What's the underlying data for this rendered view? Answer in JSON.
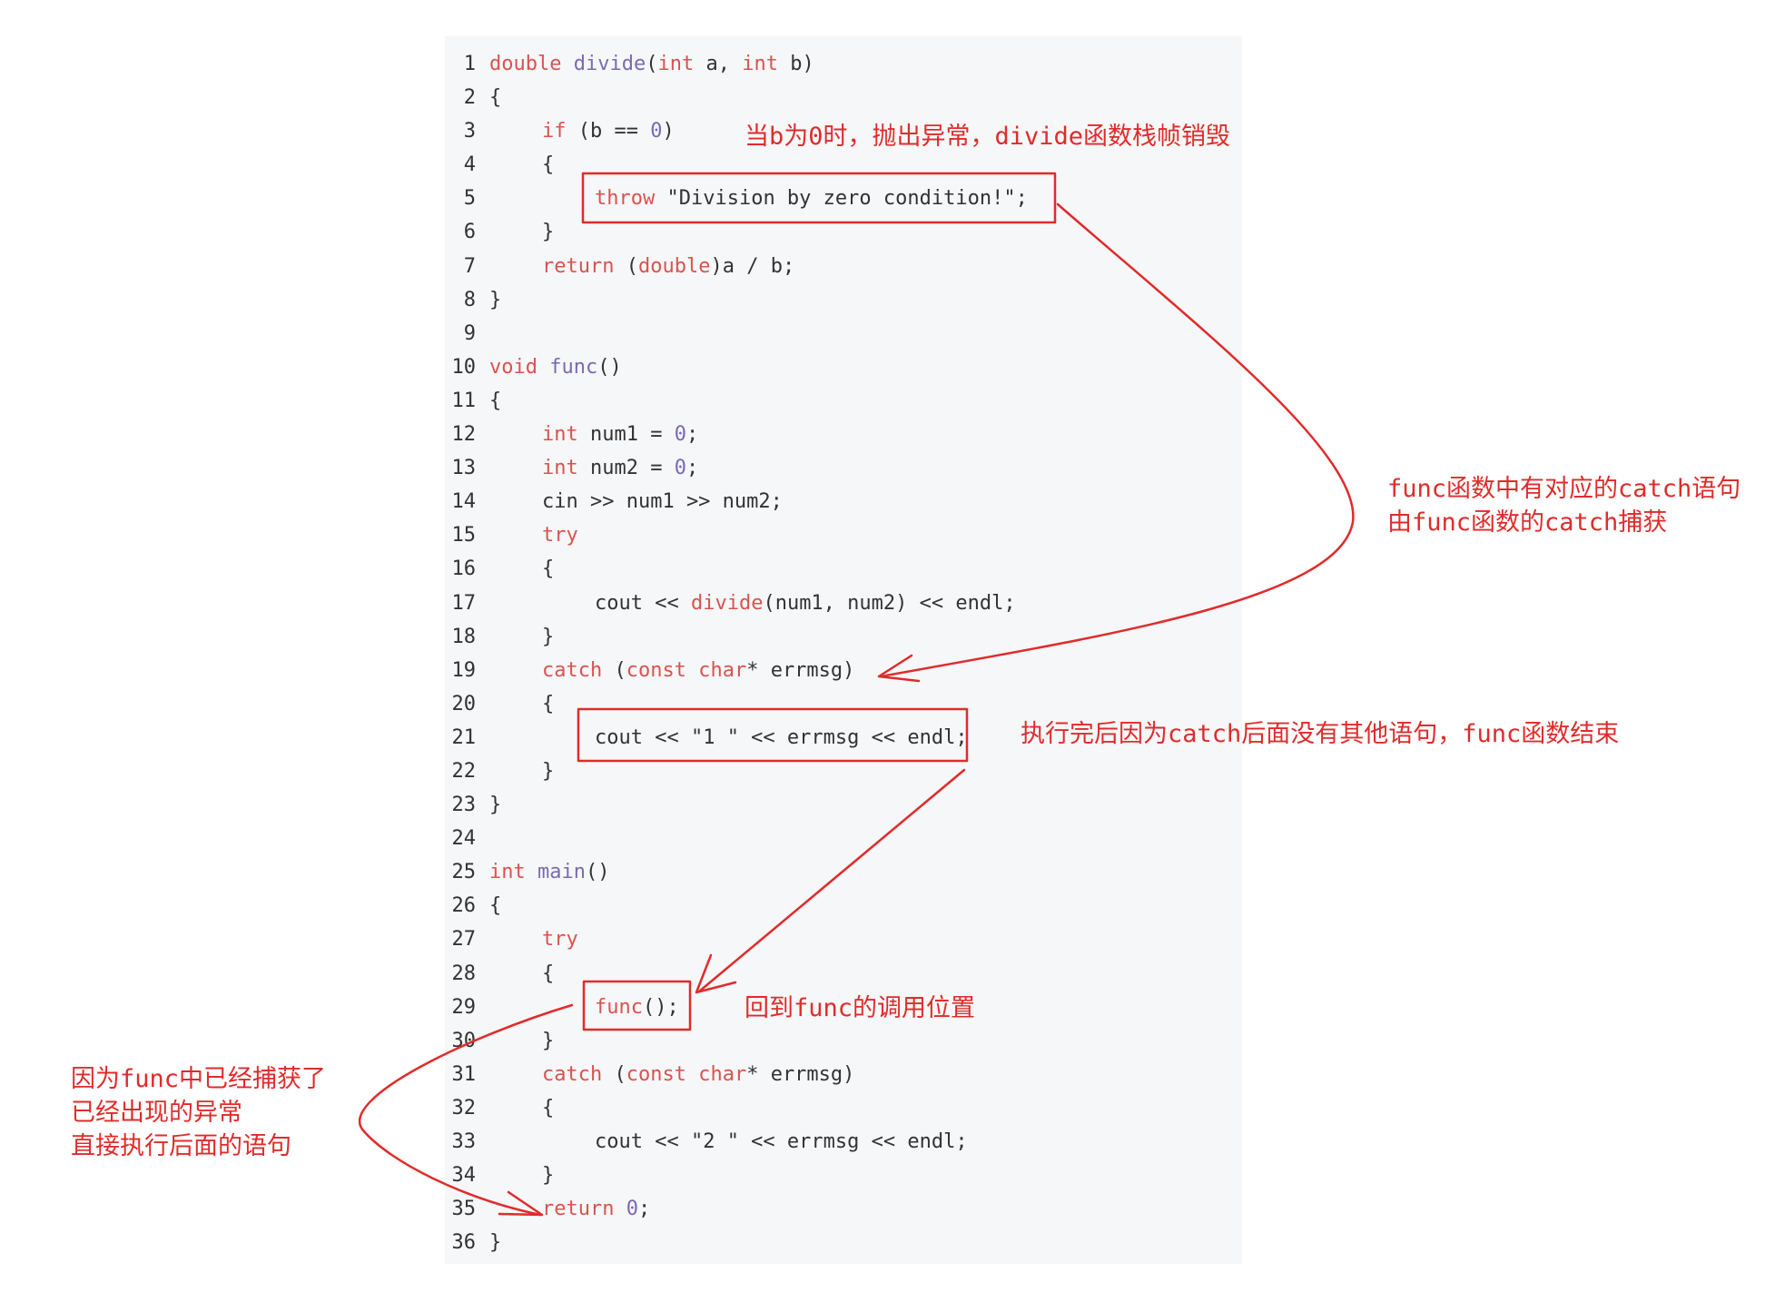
{
  "code": {
    "lines": [
      {
        "n": "1",
        "indent": 0,
        "tokens": [
          {
            "t": "double",
            "c": "kw"
          },
          {
            "t": " "
          },
          {
            "t": "divide",
            "c": "fn"
          },
          {
            "t": "("
          },
          {
            "t": "int",
            "c": "kw"
          },
          {
            "t": " a, "
          },
          {
            "t": "int",
            "c": "kw"
          },
          {
            "t": " b)"
          }
        ]
      },
      {
        "n": "2",
        "indent": 0,
        "tokens": [
          {
            "t": "{"
          }
        ]
      },
      {
        "n": "3",
        "indent": 1,
        "tokens": [
          {
            "t": "if",
            "c": "kw"
          },
          {
            "t": " (b == "
          },
          {
            "t": "0",
            "c": "num"
          },
          {
            "t": ")"
          }
        ]
      },
      {
        "n": "4",
        "indent": 1,
        "tokens": [
          {
            "t": "{"
          }
        ]
      },
      {
        "n": "5",
        "indent": 2,
        "tokens": [
          {
            "t": "throw",
            "c": "kw"
          },
          {
            "t": " \"Division by zero condition!\";"
          }
        ]
      },
      {
        "n": "6",
        "indent": 1,
        "tokens": [
          {
            "t": "}"
          }
        ]
      },
      {
        "n": "7",
        "indent": 1,
        "tokens": [
          {
            "t": "return",
            "c": "kw"
          },
          {
            "t": " ("
          },
          {
            "t": "double",
            "c": "kw"
          },
          {
            "t": ")a / b;"
          }
        ]
      },
      {
        "n": "8",
        "indent": 0,
        "tokens": [
          {
            "t": "}"
          }
        ]
      },
      {
        "n": "9",
        "indent": 0,
        "tokens": []
      },
      {
        "n": "10",
        "indent": 0,
        "tokens": [
          {
            "t": "void",
            "c": "kw"
          },
          {
            "t": " "
          },
          {
            "t": "func",
            "c": "fn"
          },
          {
            "t": "()"
          }
        ]
      },
      {
        "n": "11",
        "indent": 0,
        "tokens": [
          {
            "t": "{"
          }
        ]
      },
      {
        "n": "12",
        "indent": 1,
        "tokens": [
          {
            "t": "int",
            "c": "kw"
          },
          {
            "t": " num1 = "
          },
          {
            "t": "0",
            "c": "num"
          },
          {
            "t": ";"
          }
        ]
      },
      {
        "n": "13",
        "indent": 1,
        "tokens": [
          {
            "t": "int",
            "c": "kw"
          },
          {
            "t": " num2 = "
          },
          {
            "t": "0",
            "c": "num"
          },
          {
            "t": ";"
          }
        ]
      },
      {
        "n": "14",
        "indent": 1,
        "tokens": [
          {
            "t": "cin >> num1 >> num2;"
          }
        ]
      },
      {
        "n": "15",
        "indent": 1,
        "tokens": [
          {
            "t": "try",
            "c": "kw"
          }
        ]
      },
      {
        "n": "16",
        "indent": 1,
        "tokens": [
          {
            "t": "{"
          }
        ]
      },
      {
        "n": "17",
        "indent": 2,
        "tokens": [
          {
            "t": "cout << "
          },
          {
            "t": "divide",
            "c": "kw"
          },
          {
            "t": "(num1, num2) << endl;"
          }
        ]
      },
      {
        "n": "18",
        "indent": 1,
        "tokens": [
          {
            "t": "}"
          }
        ]
      },
      {
        "n": "19",
        "indent": 1,
        "tokens": [
          {
            "t": "catch",
            "c": "kw"
          },
          {
            "t": " ("
          },
          {
            "t": "const",
            "c": "kw"
          },
          {
            "t": " "
          },
          {
            "t": "char",
            "c": "kw"
          },
          {
            "t": "* errmsg)"
          }
        ]
      },
      {
        "n": "20",
        "indent": 1,
        "tokens": [
          {
            "t": "{"
          }
        ]
      },
      {
        "n": "21",
        "indent": 2,
        "tokens": [
          {
            "t": "cout << \"1 \" << errmsg << endl;"
          }
        ]
      },
      {
        "n": "22",
        "indent": 1,
        "tokens": [
          {
            "t": "}"
          }
        ]
      },
      {
        "n": "23",
        "indent": 0,
        "tokens": [
          {
            "t": "}"
          }
        ]
      },
      {
        "n": "24",
        "indent": 0,
        "tokens": []
      },
      {
        "n": "25",
        "indent": 0,
        "tokens": [
          {
            "t": "int",
            "c": "kw"
          },
          {
            "t": " "
          },
          {
            "t": "main",
            "c": "fn"
          },
          {
            "t": "()"
          }
        ]
      },
      {
        "n": "26",
        "indent": 0,
        "tokens": [
          {
            "t": "{"
          }
        ]
      },
      {
        "n": "27",
        "indent": 1,
        "tokens": [
          {
            "t": "try",
            "c": "kw"
          }
        ]
      },
      {
        "n": "28",
        "indent": 1,
        "tokens": [
          {
            "t": "{"
          }
        ]
      },
      {
        "n": "29",
        "indent": 2,
        "tokens": [
          {
            "t": "func",
            "c": "kw"
          },
          {
            "t": "();"
          }
        ]
      },
      {
        "n": "30",
        "indent": 1,
        "tokens": [
          {
            "t": "}"
          }
        ]
      },
      {
        "n": "31",
        "indent": 1,
        "tokens": [
          {
            "t": "catch",
            "c": "kw"
          },
          {
            "t": " ("
          },
          {
            "t": "const",
            "c": "kw"
          },
          {
            "t": " "
          },
          {
            "t": "char",
            "c": "kw"
          },
          {
            "t": "* errmsg)"
          }
        ]
      },
      {
        "n": "32",
        "indent": 1,
        "tokens": [
          {
            "t": "{"
          }
        ]
      },
      {
        "n": "33",
        "indent": 2,
        "tokens": [
          {
            "t": "cout << \"2 \" << errmsg << endl;"
          }
        ]
      },
      {
        "n": "34",
        "indent": 1,
        "tokens": [
          {
            "t": "}"
          }
        ]
      },
      {
        "n": "35",
        "indent": 1,
        "tokens": [
          {
            "t": "return",
            "c": "kw"
          },
          {
            "t": " "
          },
          {
            "t": "0",
            "c": "num"
          },
          {
            "t": ";"
          }
        ]
      },
      {
        "n": "36",
        "indent": 0,
        "tokens": [
          {
            "t": "}"
          }
        ]
      }
    ]
  },
  "annotations": {
    "throw_note": "当b为0时，抛出异常，divide函数栈帧销毁",
    "catch_note_line1": "func函数中有对应的catch语句",
    "catch_note_line2": "由func函数的catch捕获",
    "end_note": "执行完后因为catch后面没有其他语句，func函数结束",
    "return_note": "回到func的调用位置",
    "skip_note_line1": "因为func中已经捕获了",
    "skip_note_line2": "已经出现的异常",
    "skip_note_line3": "直接执行后面的语句"
  },
  "colors": {
    "annotation": "#e02b2b",
    "keyword": "#d9534f",
    "function": "#7a6ab5",
    "code_bg": "#f6f7f8",
    "text": "#333333"
  }
}
